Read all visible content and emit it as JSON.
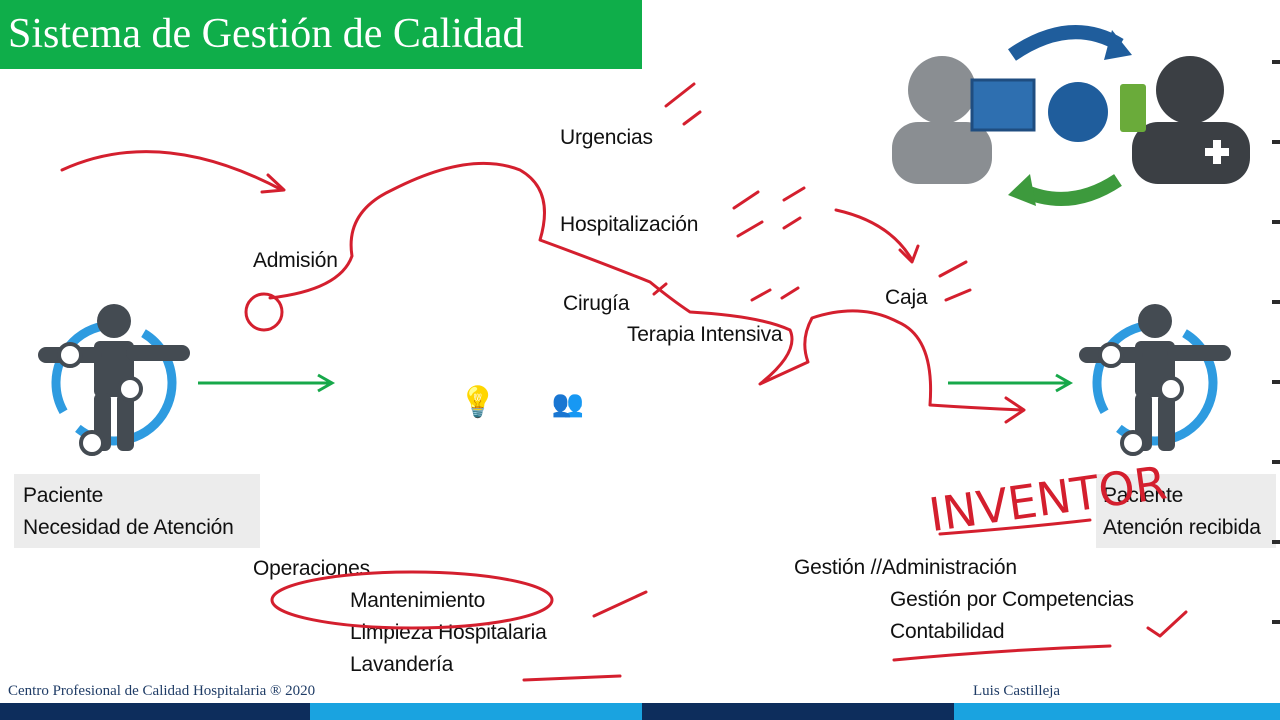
{
  "title": "Sistema de Gestión de Calidad",
  "labels": {
    "urgencias": "Urgencias",
    "hospitalizacion": "Hospitalización",
    "admision": "Admisión",
    "cirugia": "Cirugía",
    "terapia": "Terapia Intensiva",
    "caja": "Caja",
    "operaciones": "Operaciones",
    "mantenimiento": "Mantenimiento",
    "limpieza": "Limpieza Hospitalaria",
    "lavanderia": "Lavandería",
    "gestion": "Gestión //Administración",
    "competencias": "Gestión por Competencias",
    "contabilidad": "Contabilidad"
  },
  "patient_in": {
    "line1": "Paciente",
    "line2": "Necesidad de Atención"
  },
  "patient_out": {
    "line1": "Paciente",
    "line2": "Atención recibida"
  },
  "annotation": "INVENTOR",
  "footer": {
    "left": "Centro Profesional de Calidad Hospitalaria ® 2020",
    "right": "Luis Castilleja"
  },
  "colors": {
    "title_bg": "#0fae4a",
    "gear_dark": "#0f4a6e",
    "gear_mid": "#3b86b3",
    "gear_light": "#3fb6d9",
    "arrow_green": "#17a84a",
    "ink_red": "#d41f2e"
  }
}
